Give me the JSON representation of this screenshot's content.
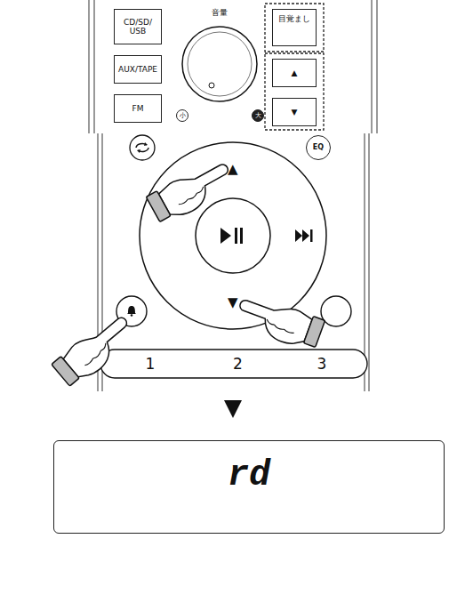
{
  "diagram": {
    "nodes": [
      {
        "text": [
          "CD/SD/ USB"
        ]
      },
      {
        "text": [
          "AUX/TAPE"
        ]
      },
      {
        "text": [
          "FM"
        ]
      },
      {
        "text": [
          "小"
        ]
      },
      {
        "text": [
          "大"
        ]
      },
      {
        "text": [
          "目覚まし"
        ]
      },
      {
        "text": [
          "▲"
        ]
      },
      {
        "text": [
          "▼"
        ]
      },
      {
        "text": [
          "EQ"
        ]
      },
      {
        "text": [
          "1"
        ]
      },
      {
        "text": [
          "2"
        ]
      },
      {
        "text": [
          "3"
        ]
      },
      {
        "text": [
          "rd"
        ]
      }
    ],
    "labels": [
      "音量",
      "▲",
      "▼"
    ]
  }
}
